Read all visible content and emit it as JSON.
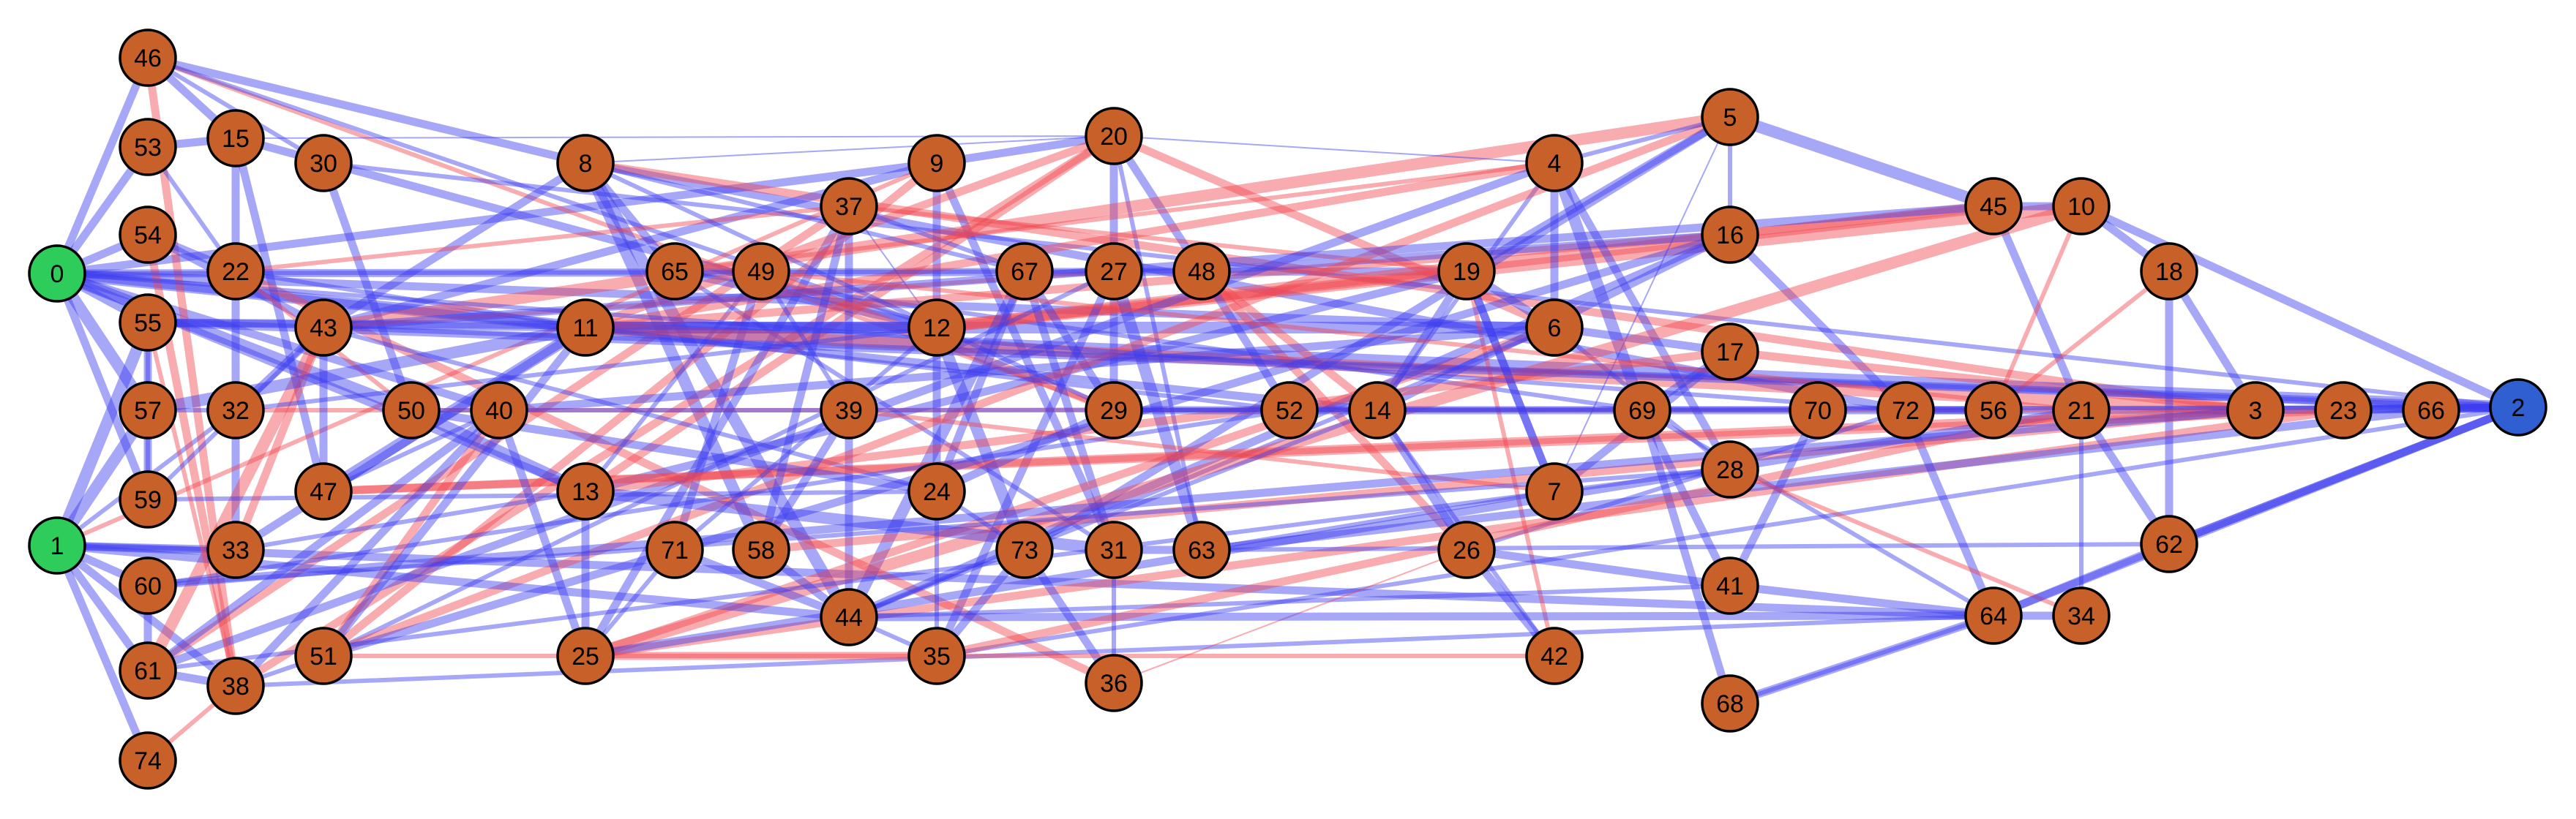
{
  "colors": {
    "background": "#ffffff",
    "positive_edge": "#3c3cf0",
    "negative_edge": "#f04650",
    "source_node": "#2ecc5a",
    "sink_node": "#2f5fd0",
    "hidden_node": "#c8602a"
  },
  "nodes": [
    {
      "id": "0",
      "kind": "source"
    },
    {
      "id": "1",
      "kind": "source"
    },
    {
      "id": "2",
      "kind": "sink"
    },
    {
      "id": "3",
      "kind": "hidden"
    },
    {
      "id": "4",
      "kind": "hidden"
    },
    {
      "id": "5",
      "kind": "hidden"
    },
    {
      "id": "6",
      "kind": "hidden"
    },
    {
      "id": "7",
      "kind": "hidden"
    },
    {
      "id": "8",
      "kind": "hidden"
    },
    {
      "id": "9",
      "kind": "hidden"
    },
    {
      "id": "10",
      "kind": "hidden"
    },
    {
      "id": "11",
      "kind": "hidden"
    },
    {
      "id": "12",
      "kind": "hidden"
    },
    {
      "id": "13",
      "kind": "hidden"
    },
    {
      "id": "14",
      "kind": "hidden"
    },
    {
      "id": "15",
      "kind": "hidden"
    },
    {
      "id": "16",
      "kind": "hidden"
    },
    {
      "id": "17",
      "kind": "hidden"
    },
    {
      "id": "18",
      "kind": "hidden"
    },
    {
      "id": "19",
      "kind": "hidden"
    },
    {
      "id": "20",
      "kind": "hidden"
    },
    {
      "id": "21",
      "kind": "hidden"
    },
    {
      "id": "22",
      "kind": "hidden"
    },
    {
      "id": "23",
      "kind": "hidden"
    },
    {
      "id": "24",
      "kind": "hidden"
    },
    {
      "id": "25",
      "kind": "hidden"
    },
    {
      "id": "26",
      "kind": "hidden"
    },
    {
      "id": "27",
      "kind": "hidden"
    },
    {
      "id": "28",
      "kind": "hidden"
    },
    {
      "id": "29",
      "kind": "hidden"
    },
    {
      "id": "30",
      "kind": "hidden"
    },
    {
      "id": "31",
      "kind": "hidden"
    },
    {
      "id": "32",
      "kind": "hidden"
    },
    {
      "id": "33",
      "kind": "hidden"
    },
    {
      "id": "34",
      "kind": "hidden"
    },
    {
      "id": "35",
      "kind": "hidden"
    },
    {
      "id": "36",
      "kind": "hidden"
    },
    {
      "id": "37",
      "kind": "hidden"
    },
    {
      "id": "38",
      "kind": "hidden"
    },
    {
      "id": "39",
      "kind": "hidden"
    },
    {
      "id": "40",
      "kind": "hidden"
    },
    {
      "id": "41",
      "kind": "hidden"
    },
    {
      "id": "42",
      "kind": "hidden"
    },
    {
      "id": "43",
      "kind": "hidden"
    },
    {
      "id": "44",
      "kind": "hidden"
    },
    {
      "id": "45",
      "kind": "hidden"
    },
    {
      "id": "46",
      "kind": "hidden"
    },
    {
      "id": "47",
      "kind": "hidden"
    },
    {
      "id": "48",
      "kind": "hidden"
    },
    {
      "id": "49",
      "kind": "hidden"
    },
    {
      "id": "50",
      "kind": "hidden"
    },
    {
      "id": "51",
      "kind": "hidden"
    },
    {
      "id": "52",
      "kind": "hidden"
    },
    {
      "id": "53",
      "kind": "hidden"
    },
    {
      "id": "54",
      "kind": "hidden"
    },
    {
      "id": "55",
      "kind": "hidden"
    },
    {
      "id": "56",
      "kind": "hidden"
    },
    {
      "id": "57",
      "kind": "hidden"
    },
    {
      "id": "58",
      "kind": "hidden"
    },
    {
      "id": "59",
      "kind": "hidden"
    },
    {
      "id": "60",
      "kind": "hidden"
    },
    {
      "id": "61",
      "kind": "hidden"
    },
    {
      "id": "62",
      "kind": "hidden"
    },
    {
      "id": "63",
      "kind": "hidden"
    },
    {
      "id": "64",
      "kind": "hidden"
    },
    {
      "id": "65",
      "kind": "hidden"
    },
    {
      "id": "66",
      "kind": "hidden"
    },
    {
      "id": "67",
      "kind": "hidden"
    },
    {
      "id": "68",
      "kind": "hidden"
    },
    {
      "id": "69",
      "kind": "hidden"
    },
    {
      "id": "70",
      "kind": "hidden"
    },
    {
      "id": "71",
      "kind": "hidden"
    },
    {
      "id": "72",
      "kind": "hidden"
    },
    {
      "id": "73",
      "kind": "hidden"
    },
    {
      "id": "74",
      "kind": "hidden"
    }
  ],
  "edges": [
    [
      "0",
      "46",
      "+",
      3
    ],
    [
      "0",
      "53",
      "+",
      3
    ],
    [
      "0",
      "54",
      "+",
      3
    ],
    [
      "0",
      "55",
      "+",
      3
    ],
    [
      "0",
      "57",
      "+",
      4
    ],
    [
      "0",
      "59",
      "+",
      3
    ],
    [
      "0",
      "11",
      "+",
      4
    ],
    [
      "0",
      "6",
      "+",
      3
    ],
    [
      "0",
      "19",
      "+",
      3
    ],
    [
      "0",
      "9",
      "+",
      3
    ],
    [
      "0",
      "40",
      "+",
      3
    ],
    [
      "0",
      "50",
      "+",
      4
    ],
    [
      "0",
      "14",
      "+",
      3
    ],
    [
      "1",
      "57",
      "+",
      4
    ],
    [
      "1",
      "55",
      "+",
      4
    ],
    [
      "1",
      "60",
      "+",
      3
    ],
    [
      "1",
      "61",
      "+",
      3
    ],
    [
      "1",
      "74",
      "+",
      3
    ],
    [
      "1",
      "38",
      "+",
      3
    ],
    [
      "1",
      "33",
      "+",
      3
    ],
    [
      "1",
      "64",
      "+",
      3
    ],
    [
      "1",
      "32",
      "+",
      2
    ],
    [
      "46",
      "8",
      "+",
      3
    ],
    [
      "46",
      "15",
      "+",
      3
    ],
    [
      "46",
      "30",
      "+",
      2
    ],
    [
      "46",
      "29",
      "-",
      2
    ],
    [
      "46",
      "38",
      "-",
      3
    ],
    [
      "46",
      "12",
      "+",
      2
    ],
    [
      "53",
      "15",
      "+",
      3
    ],
    [
      "53",
      "22",
      "+",
      2
    ],
    [
      "54",
      "43",
      "+",
      3
    ],
    [
      "54",
      "22",
      "+",
      3
    ],
    [
      "54",
      "38",
      "-",
      3
    ],
    [
      "15",
      "47",
      "+",
      3
    ],
    [
      "15",
      "33",
      "+",
      3
    ],
    [
      "15",
      "12",
      "+",
      3
    ],
    [
      "15",
      "20",
      "+",
      1
    ],
    [
      "30",
      "50",
      "+",
      3
    ],
    [
      "30",
      "2",
      "+",
      2
    ],
    [
      "8",
      "44",
      "+",
      4
    ],
    [
      "8",
      "58",
      "+",
      4
    ],
    [
      "8",
      "65",
      "+",
      3
    ],
    [
      "8",
      "72",
      "+",
      3
    ],
    [
      "8",
      "43",
      "+",
      3
    ],
    [
      "8",
      "3",
      "-",
      3
    ],
    [
      "8",
      "20",
      "+",
      1
    ],
    [
      "9",
      "20",
      "+",
      3
    ],
    [
      "9",
      "12",
      "+",
      3
    ],
    [
      "9",
      "31",
      "+",
      3
    ],
    [
      "9",
      "43",
      "+",
      3
    ],
    [
      "9",
      "51",
      "-",
      3
    ],
    [
      "9",
      "1",
      "-",
      2
    ],
    [
      "20",
      "38",
      "-",
      3
    ],
    [
      "20",
      "29",
      "+",
      3
    ],
    [
      "20",
      "63",
      "+",
      2
    ],
    [
      "20",
      "48",
      "+",
      3
    ],
    [
      "20",
      "6",
      "-",
      3
    ],
    [
      "20",
      "13",
      "-",
      3
    ],
    [
      "37",
      "44",
      "+",
      3
    ],
    [
      "37",
      "61",
      "-",
      3
    ],
    [
      "37",
      "25",
      "+",
      3
    ],
    [
      "37",
      "12",
      "+",
      1
    ],
    [
      "37",
      "22",
      "-",
      2
    ],
    [
      "22",
      "36",
      "-",
      3
    ],
    [
      "22",
      "11",
      "+",
      2
    ],
    [
      "43",
      "61",
      "-",
      4
    ],
    [
      "43",
      "32",
      "+",
      3
    ],
    [
      "43",
      "24",
      "+",
      2
    ],
    [
      "43",
      "2",
      "+",
      2
    ],
    [
      "43",
      "5",
      "-",
      4
    ],
    [
      "65",
      "12",
      "+",
      3
    ],
    [
      "65",
      "31",
      "+",
      2
    ],
    [
      "65",
      "69",
      "+",
      2
    ],
    [
      "49",
      "29",
      "-",
      3
    ],
    [
      "49",
      "71",
      "+",
      3
    ],
    [
      "49",
      "13",
      "+",
      2
    ],
    [
      "11",
      "47",
      "+",
      4
    ],
    [
      "11",
      "12",
      "+",
      4
    ],
    [
      "11",
      "6",
      "+",
      4
    ],
    [
      "11",
      "2",
      "+",
      4
    ],
    [
      "11",
      "3",
      "-",
      4
    ],
    [
      "11",
      "16",
      "-",
      3
    ],
    [
      "11",
      "33",
      "+",
      3
    ],
    [
      "11",
      "55",
      "+",
      3
    ],
    [
      "11",
      "4",
      "-",
      3
    ],
    [
      "11",
      "20",
      "-",
      3
    ],
    [
      "12",
      "73",
      "+",
      4
    ],
    [
      "12",
      "24",
      "+",
      3
    ],
    [
      "12",
      "55",
      "+",
      3
    ],
    [
      "12",
      "10",
      "-",
      4
    ],
    [
      "12",
      "45",
      "-",
      4
    ],
    [
      "12",
      "19",
      "-",
      3
    ],
    [
      "67",
      "44",
      "+",
      4
    ],
    [
      "67",
      "24",
      "+",
      3
    ],
    [
      "67",
      "29",
      "+",
      3
    ],
    [
      "67",
      "31",
      "+",
      3
    ],
    [
      "67",
      "8",
      "+",
      2
    ],
    [
      "67",
      "37",
      "+",
      2
    ],
    [
      "27",
      "63",
      "+",
      4
    ],
    [
      "27",
      "35",
      "+",
      3
    ],
    [
      "27",
      "51",
      "+",
      2
    ],
    [
      "27",
      "43",
      "-",
      2
    ],
    [
      "48",
      "52",
      "+",
      3
    ],
    [
      "48",
      "26",
      "-",
      3
    ],
    [
      "48",
      "14",
      "-",
      3
    ],
    [
      "48",
      "16",
      "+",
      3
    ],
    [
      "48",
      "0",
      "+",
      2
    ],
    [
      "19",
      "7",
      "+",
      3
    ],
    [
      "19",
      "14",
      "+",
      3
    ],
    [
      "19",
      "13",
      "+",
      3
    ],
    [
      "19",
      "42",
      "-",
      2
    ],
    [
      "19",
      "37",
      "-",
      2
    ],
    [
      "19",
      "6",
      "+",
      3
    ],
    [
      "6",
      "17",
      "+",
      3
    ],
    [
      "6",
      "28",
      "+",
      2
    ],
    [
      "6",
      "25",
      "-",
      3
    ],
    [
      "6",
      "40",
      "+",
      3
    ],
    [
      "6",
      "44",
      "+",
      2
    ],
    [
      "4",
      "69",
      "+",
      4
    ],
    [
      "4",
      "28",
      "+",
      3
    ],
    [
      "4",
      "61",
      "+",
      3
    ],
    [
      "4",
      "14",
      "+",
      2
    ],
    [
      "4",
      "20",
      "+",
      1
    ],
    [
      "4",
      "65",
      "-",
      2
    ],
    [
      "4",
      "6",
      "+",
      3
    ],
    [
      "5",
      "45",
      "+",
      4
    ],
    [
      "5",
      "19",
      "+",
      3
    ],
    [
      "5",
      "51",
      "-",
      3
    ],
    [
      "5",
      "7",
      "+",
      1
    ],
    [
      "5",
      "73",
      "+",
      3
    ],
    [
      "5",
      "16",
      "+",
      2
    ],
    [
      "5",
      "4",
      "+",
      2
    ],
    [
      "16",
      "72",
      "+",
      3
    ],
    [
      "16",
      "45",
      "-",
      3
    ],
    [
      "16",
      "14",
      "+",
      3
    ],
    [
      "16",
      "44",
      "+",
      3
    ],
    [
      "17",
      "69",
      "+",
      3
    ],
    [
      "17",
      "3",
      "-",
      3
    ],
    [
      "17",
      "7",
      "+",
      3
    ],
    [
      "17",
      "13",
      "-",
      3
    ],
    [
      "45",
      "10",
      "+",
      3
    ],
    [
      "45",
      "21",
      "+",
      3
    ],
    [
      "45",
      "43",
      "+",
      3
    ],
    [
      "10",
      "18",
      "+",
      3
    ],
    [
      "10",
      "56",
      "-",
      2
    ],
    [
      "10",
      "25",
      "-",
      4
    ],
    [
      "18",
      "56",
      "-",
      2
    ],
    [
      "18",
      "3",
      "+",
      3
    ],
    [
      "18",
      "62",
      "+",
      3
    ],
    [
      "2",
      "66",
      "+",
      3
    ],
    [
      "2",
      "23",
      "+",
      3
    ],
    [
      "2",
      "64",
      "+",
      3
    ],
    [
      "2",
      "3",
      "+",
      3
    ],
    [
      "2",
      "35",
      "+",
      2
    ],
    [
      "2",
      "10",
      "+",
      3
    ],
    [
      "2",
      "62",
      "+",
      3
    ],
    [
      "2",
      "55",
      "+",
      3
    ],
    [
      "3",
      "72",
      "+",
      3
    ],
    [
      "3",
      "32",
      "-",
      2
    ],
    [
      "3",
      "58",
      "-",
      3
    ],
    [
      "3",
      "47",
      "-",
      3
    ],
    [
      "3",
      "2",
      "+",
      3
    ],
    [
      "23",
      "47",
      "-",
      3
    ],
    [
      "23",
      "25",
      "-",
      3
    ],
    [
      "66",
      "63",
      "+",
      3
    ],
    [
      "21",
      "62",
      "+",
      3
    ],
    [
      "21",
      "25",
      "+",
      3
    ],
    [
      "21",
      "49",
      "-",
      2
    ],
    [
      "56",
      "72",
      "+",
      2
    ],
    [
      "56",
      "29",
      "+",
      3
    ],
    [
      "72",
      "64",
      "+",
      3
    ],
    [
      "72",
      "26",
      "+",
      2
    ],
    [
      "72",
      "0",
      "+",
      2
    ],
    [
      "70",
      "41",
      "+",
      3
    ],
    [
      "70",
      "14",
      "+",
      2
    ],
    [
      "69",
      "68",
      "+",
      3
    ],
    [
      "69",
      "41",
      "+",
      3
    ],
    [
      "69",
      "64",
      "+",
      2
    ],
    [
      "28",
      "34",
      "-",
      2
    ],
    [
      "28",
      "61",
      "+",
      2
    ],
    [
      "62",
      "64",
      "+",
      3
    ],
    [
      "62",
      "2",
      "+",
      3
    ],
    [
      "64",
      "34",
      "+",
      3
    ],
    [
      "64",
      "68",
      "+",
      3
    ],
    [
      "64",
      "41",
      "+",
      3
    ],
    [
      "64",
      "38",
      "+",
      2
    ],
    [
      "41",
      "26",
      "+",
      3
    ],
    [
      "41",
      "44",
      "+",
      2
    ],
    [
      "34",
      "21",
      "+",
      2
    ],
    [
      "14",
      "26",
      "+",
      3
    ],
    [
      "14",
      "29",
      "+",
      2
    ],
    [
      "26",
      "42",
      "+",
      3
    ],
    [
      "26",
      "36",
      "-",
      1
    ],
    [
      "7",
      "19",
      "+",
      3
    ],
    [
      "7",
      "63",
      "+",
      2
    ],
    [
      "7",
      "39",
      "-",
      2
    ],
    [
      "52",
      "11",
      "+",
      2
    ],
    [
      "52",
      "60",
      "+",
      2
    ],
    [
      "29",
      "24",
      "+",
      3
    ],
    [
      "29",
      "8",
      "+",
      2
    ],
    [
      "39",
      "50",
      "+",
      2
    ],
    [
      "39",
      "58",
      "+",
      3
    ],
    [
      "39",
      "49",
      "+",
      2
    ],
    [
      "40",
      "25",
      "+",
      3
    ],
    [
      "40",
      "51",
      "-",
      3
    ],
    [
      "40",
      "38",
      "+",
      3
    ],
    [
      "40",
      "47",
      "+",
      2
    ],
    [
      "50",
      "13",
      "+",
      4
    ],
    [
      "50",
      "24",
      "+",
      3
    ],
    [
      "50",
      "22",
      "-",
      2
    ],
    [
      "47",
      "43",
      "+",
      3
    ],
    [
      "13",
      "31",
      "+",
      4
    ],
    [
      "13",
      "0",
      "+",
      3
    ],
    [
      "13",
      "25",
      "+",
      3
    ],
    [
      "13",
      "33",
      "+",
      2
    ],
    [
      "71",
      "44",
      "+",
      3
    ],
    [
      "71",
      "12",
      "+",
      2
    ],
    [
      "71",
      "25",
      "+",
      2
    ],
    [
      "58",
      "44",
      "+",
      3
    ],
    [
      "58",
      "37",
      "+",
      3
    ],
    [
      "24",
      "35",
      "+",
      2
    ],
    [
      "24",
      "59",
      "+",
      2
    ],
    [
      "73",
      "36",
      "+",
      3
    ],
    [
      "73",
      "35",
      "+",
      3
    ],
    [
      "73",
      "24",
      "+",
      2
    ],
    [
      "31",
      "36",
      "+",
      2
    ],
    [
      "31",
      "63",
      "+",
      3
    ],
    [
      "44",
      "64",
      "+",
      3
    ],
    [
      "44",
      "1",
      "+",
      3
    ],
    [
      "44",
      "14",
      "+",
      2
    ],
    [
      "35",
      "25",
      "-",
      3
    ],
    [
      "35",
      "21",
      "-",
      3
    ],
    [
      "35",
      "44",
      "+",
      2
    ],
    [
      "25",
      "51",
      "-",
      2
    ],
    [
      "25",
      "42",
      "-",
      2
    ],
    [
      "51",
      "11",
      "+",
      3
    ],
    [
      "51",
      "16",
      "+",
      3
    ],
    [
      "51",
      "38",
      "+",
      2
    ],
    [
      "33",
      "43",
      "-",
      3
    ],
    [
      "33",
      "1",
      "+",
      2
    ],
    [
      "38",
      "74",
      "-",
      2
    ],
    [
      "38",
      "55",
      "-",
      2
    ],
    [
      "38",
      "61",
      "+",
      3
    ],
    [
      "61",
      "60",
      "+",
      3
    ],
    [
      "61",
      "40",
      "+",
      3
    ],
    [
      "60",
      "28",
      "+",
      2
    ],
    [
      "60",
      "3",
      "+",
      3
    ],
    [
      "57",
      "11",
      "+",
      4
    ],
    [
      "57",
      "55",
      "+",
      3
    ],
    [
      "57",
      "59",
      "+",
      3
    ],
    [
      "59",
      "55",
      "+",
      2
    ],
    [
      "59",
      "43",
      "+",
      2
    ],
    [
      "32",
      "57",
      "+",
      2
    ],
    [
      "32",
      "12",
      "+",
      2
    ],
    [
      "42",
      "14",
      "+",
      2
    ],
    [
      "68",
      "64",
      "+",
      2
    ],
    [
      "63",
      "62",
      "+",
      2
    ],
    [
      "39",
      "2",
      "+",
      2
    ]
  ]
}
